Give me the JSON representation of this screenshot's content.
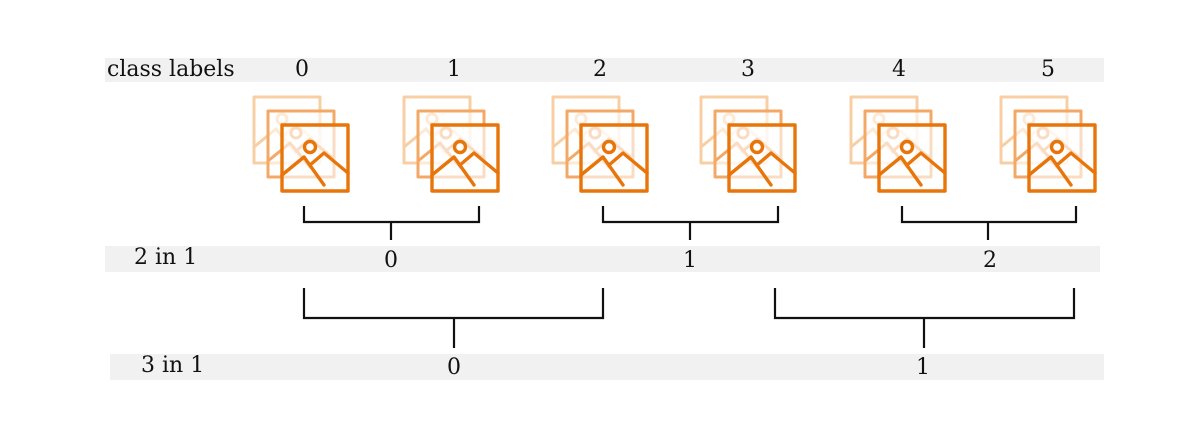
{
  "rows": {
    "class_labels": {
      "title": "class labels",
      "values": [
        "0",
        "1",
        "2",
        "3",
        "4",
        "5"
      ]
    },
    "two_in_one": {
      "title": "2 in 1",
      "values": [
        "0",
        "1",
        "2"
      ]
    },
    "three_in_one": {
      "title": "3 in 1",
      "values": [
        "0",
        "1"
      ]
    }
  },
  "icon": "stacked-image-icon",
  "colors": {
    "icon_front": "#e8750a",
    "icon_mid": "#f3a866",
    "icon_back": "#f8cfa4",
    "band": "#f1f1f1",
    "line": "#111111"
  }
}
